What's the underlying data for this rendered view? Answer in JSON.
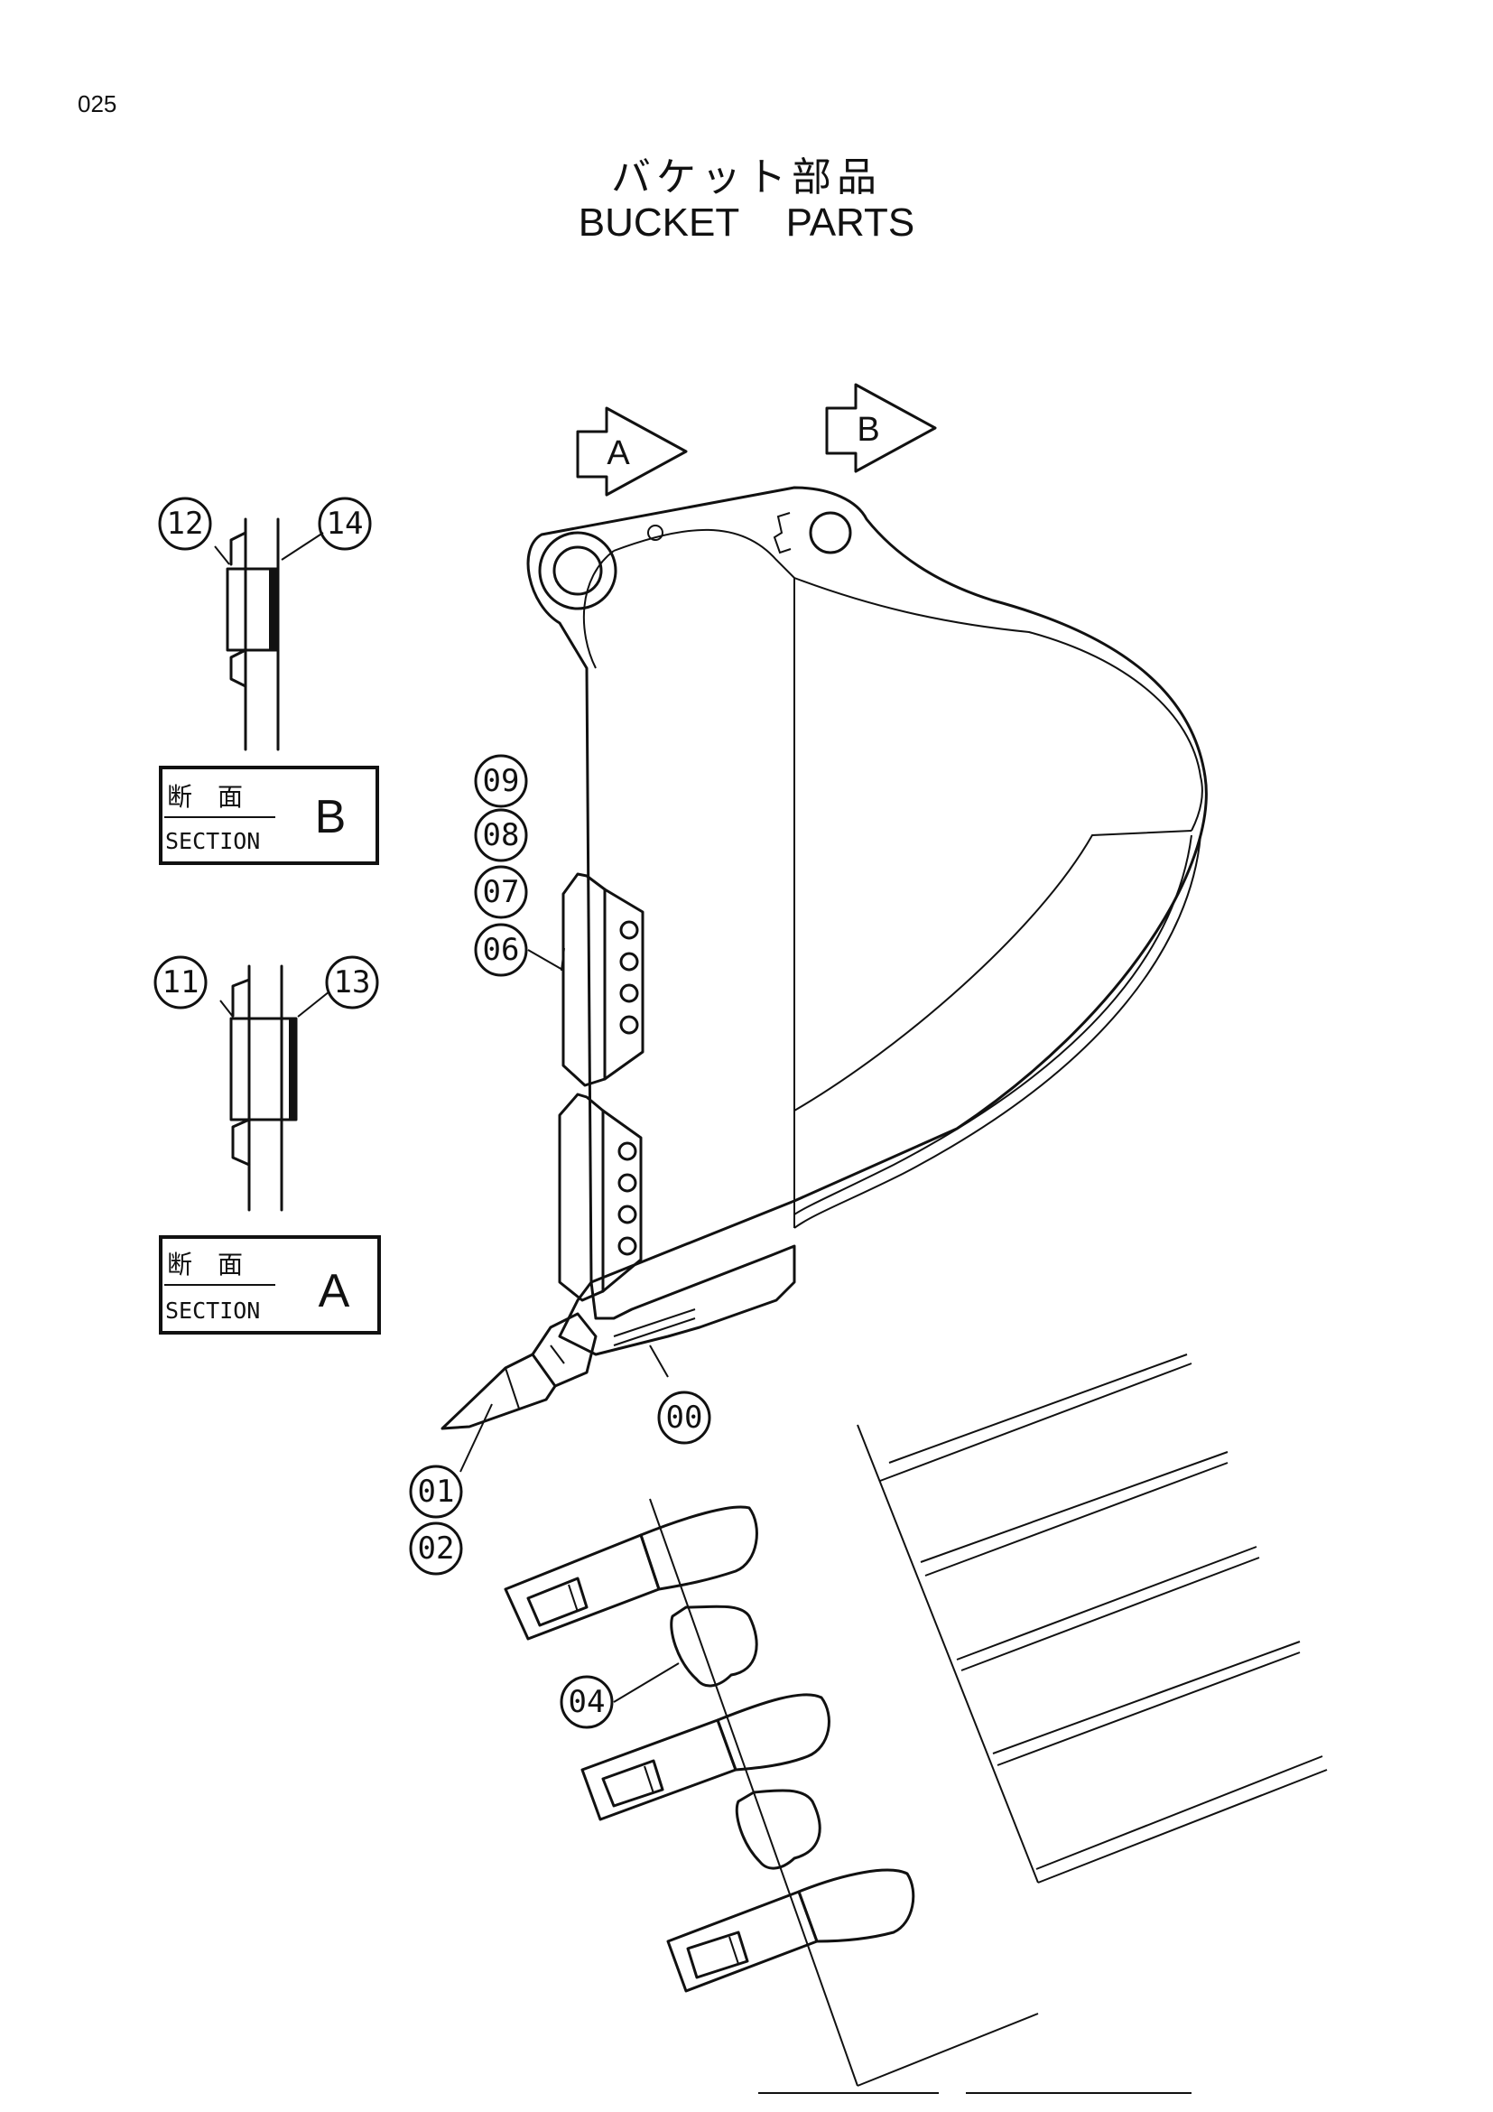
{
  "page_number": "025",
  "title_jp": "バケット部品",
  "title_en": "BUCKET   PARTS",
  "section_arrows": {
    "a": "A",
    "b": "B"
  },
  "sections": {
    "b": {
      "jp": "断　面",
      "en": "SECTION",
      "letter": "B"
    },
    "a": {
      "jp": "断　面",
      "en": "SECTION",
      "letter": "A"
    }
  },
  "callouts": {
    "c12": "12",
    "c14": "14",
    "c11": "11",
    "c13": "13",
    "c09": "09",
    "c08": "08",
    "c07": "07",
    "c06": "06",
    "c00": "00",
    "c01": "01",
    "c02": "02",
    "c04": "04"
  }
}
